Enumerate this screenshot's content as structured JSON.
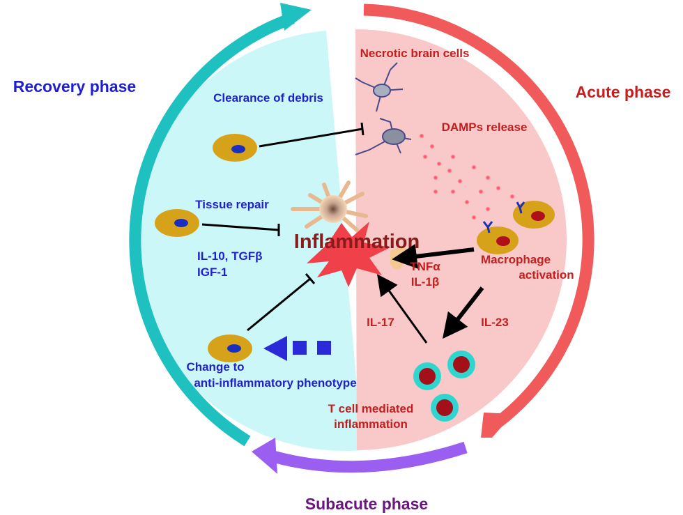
{
  "phases": {
    "recovery": "Recovery phase",
    "acute": "Acute phase",
    "subacute": "Subacute phase"
  },
  "center": "Inflammation",
  "labels": {
    "necrotic": "Necrotic brain cells",
    "damps": "DAMPs release",
    "clearance": "Clearance of debris",
    "tissue_repair": "Tissue repair",
    "il10": "IL-10, TGFβ",
    "igf1": "IGF-1",
    "tnf": "TNFα",
    "il1": "IL-1β",
    "macrophage_1": "Macrophage",
    "macrophage_2": "activation",
    "il17": "IL-17",
    "il23": "IL-23",
    "change_1": "Change to",
    "change_2": "anti-inflammatory phenotype",
    "tcell_1": "T cell mediated",
    "tcell_2": "inflammation"
  },
  "colors": {
    "recovery_arrow": "#1fc0c0",
    "acute_arrow": "#f05a5a",
    "subacute_arrow": "#9a5ef0",
    "left_half": "#ccf7f8",
    "right_half": "#f9c8c8",
    "recovery_text": "#1f1fd0",
    "acute_text": "#c41e1e",
    "subacute_text": "#6a1580",
    "cell_body": "#d6a21a",
    "cell_nucleus": "#1b2fbf",
    "macrophage_nucleus": "#b0101a",
    "tcell_ring": "#2fd6d0",
    "tcell_core": "#a4101a",
    "burst": "#f0404a",
    "phenotype_arrow": "#2a2ad8"
  }
}
